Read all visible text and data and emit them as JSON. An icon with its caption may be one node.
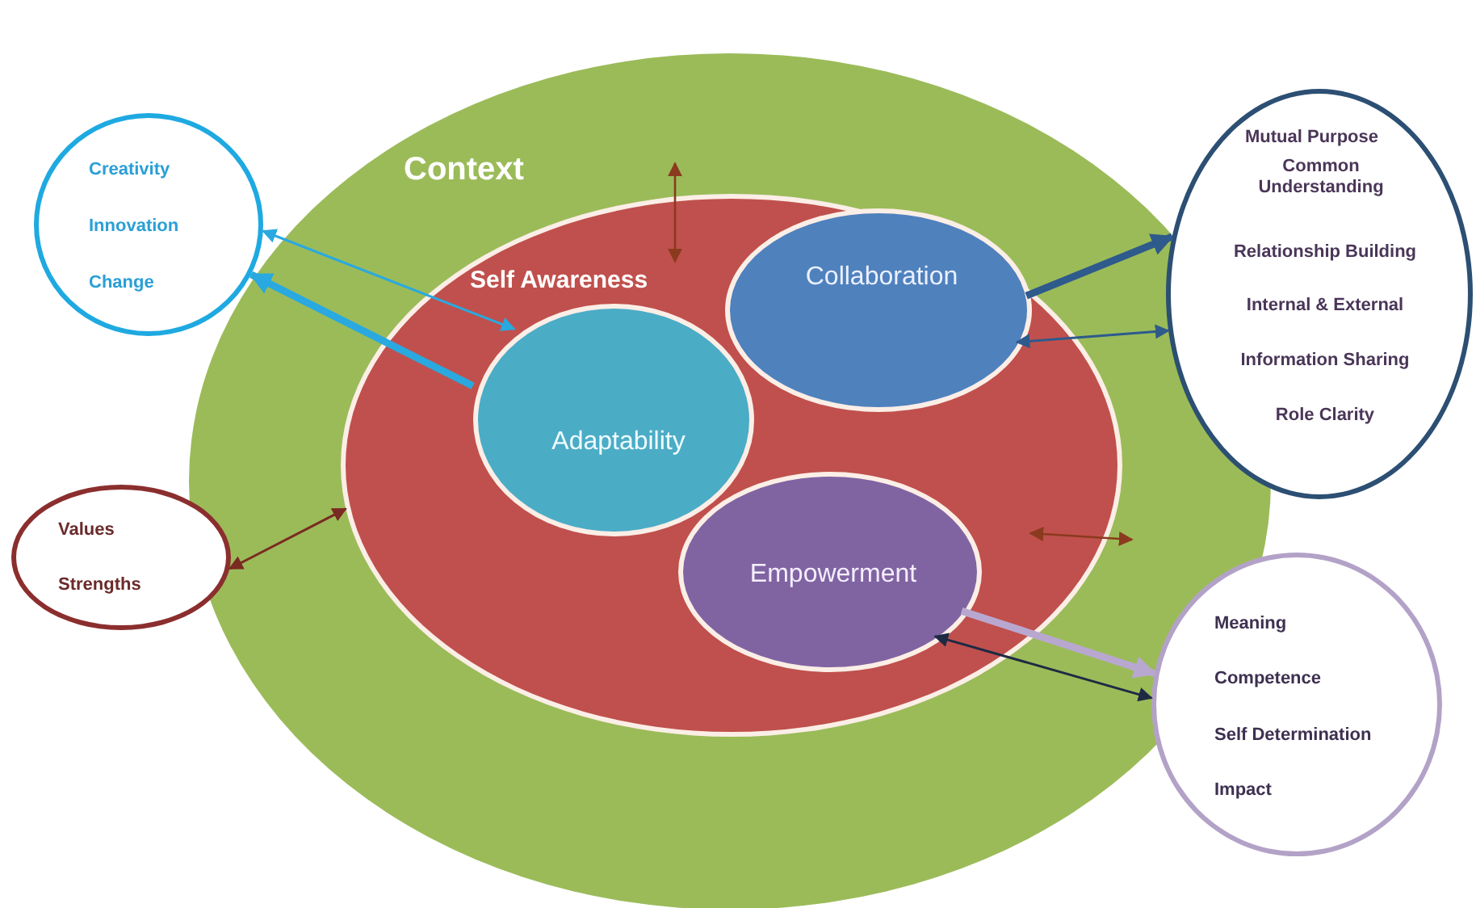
{
  "diagram": {
    "nodes": [
      {
        "text": [
          "Context"
        ]
      },
      {
        "text": [
          "Self Awareness"
        ],
        "in": 0
      },
      {
        "text": [
          "Collaboration"
        ],
        "in": 1
      },
      {
        "text": [
          "Adaptability"
        ],
        "in": 1
      },
      {
        "text": [
          "Empowerment"
        ],
        "in": 1
      },
      {
        "text": [
          "Creativity",
          "Innovation",
          "Change"
        ]
      },
      {
        "text": [
          "Values",
          "Strengths"
        ]
      },
      {
        "text": [
          "Mutual Purpose",
          "Common Understanding",
          "Relationship Building",
          "Internal & External",
          "Information Sharing",
          "Role Clarity"
        ]
      },
      {
        "text": [
          "Meaning",
          "Competence",
          "Self Determination",
          "Impact"
        ]
      }
    ],
    "edges": [
      {
        "from": 5,
        "to": 3,
        "arrow": "both",
        "color": "#29a9e0"
      },
      {
        "from": 3,
        "to": 5,
        "arrow": "to",
        "style": "thick",
        "color": "#29a9e0"
      },
      {
        "from": 6,
        "to": 1,
        "arrow": "both",
        "color": "#7a2a22"
      },
      {
        "from": 2,
        "to": 7,
        "arrow": "to",
        "style": "thick",
        "color": "#2e5a8c"
      },
      {
        "from": 2,
        "to": 7,
        "arrow": "both",
        "color": "#2e5a8c"
      },
      {
        "from": 4,
        "to": 8,
        "arrow": "to",
        "style": "thick",
        "color": "#b8a8d0"
      },
      {
        "from": 4,
        "to": 8,
        "arrow": "both",
        "color": "#1e2a44"
      }
    ]
  }
}
